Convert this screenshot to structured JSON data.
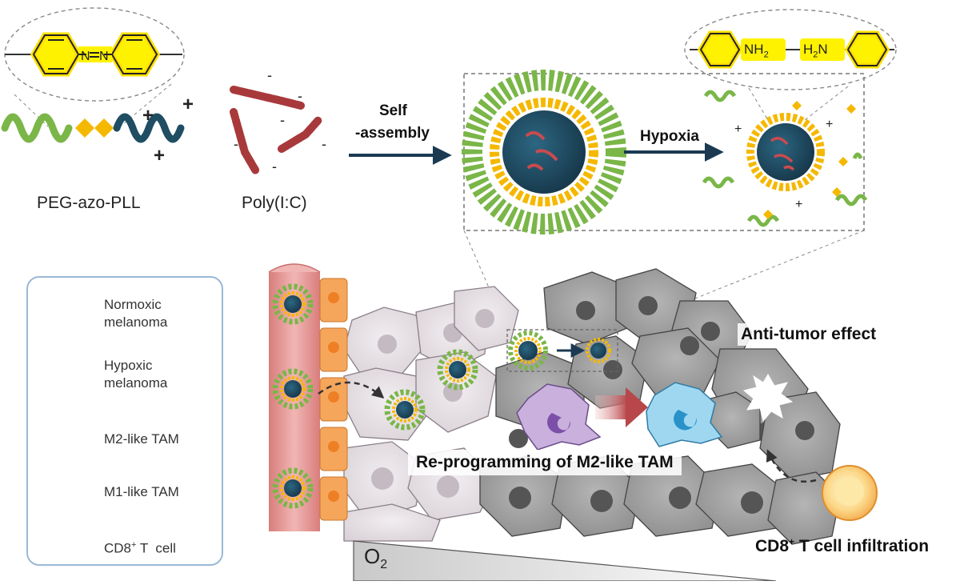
{
  "top_labels": {
    "polymer": "PEG-azo-PLL",
    "polyic": "Poly(I:C)",
    "self_assembly_line1": "Self",
    "self_assembly_line2": "-assembly",
    "hypoxia": "Hypoxia",
    "amine_left": "NH",
    "amine_left_sub": "2",
    "amine_right": "H",
    "amine_right_sub": "2",
    "amine_right_tail": "N"
  },
  "charges": {
    "plus": "+",
    "minus": "-"
  },
  "legend": {
    "items": [
      {
        "line1": "Normoxic",
        "line2": "melanoma",
        "icon": "normoxic-cell-icon"
      },
      {
        "line1": "Hypoxic",
        "line2": "melanoma",
        "icon": "hypoxic-cell-icon"
      },
      {
        "line1": "M2-like TAM",
        "line2": "",
        "icon": "m2-tam-icon"
      },
      {
        "line1": "M1-like TAM",
        "line2": "",
        "icon": "m1-tam-icon"
      },
      {
        "line1": "CD8",
        "sup": "+",
        "tail": " T  cell",
        "icon": "cd8-t-cell-icon"
      }
    ]
  },
  "bottom_labels": {
    "anti_tumor": "Anti-tumor effect",
    "reprogramming": "Re-programming of M2-like TAM",
    "cd8_infiltration_pre": "CD8",
    "cd8_infiltration_sup": "+",
    "cd8_infiltration_post": " T cell infiltration",
    "oxygen": "O",
    "oxygen_sub": "2"
  },
  "colors": {
    "peg_green": "#7ab648",
    "azo_yellow": "#f5b800",
    "pll_teal": "#1f4e63",
    "polyic_red": "#a8393b",
    "arrow_navy": "#1b3a52",
    "normoxic_cell": "#e3dde2",
    "hypoxic_cell": "#8e8e8e",
    "vessel": "#e49a98",
    "endothelial": "#f5a65b",
    "m2_tam": "#b99bd0",
    "m1_tam": "#7cc4e8",
    "cd8_cell": "#f6c265",
    "legend_border": "#9ab8d6"
  }
}
